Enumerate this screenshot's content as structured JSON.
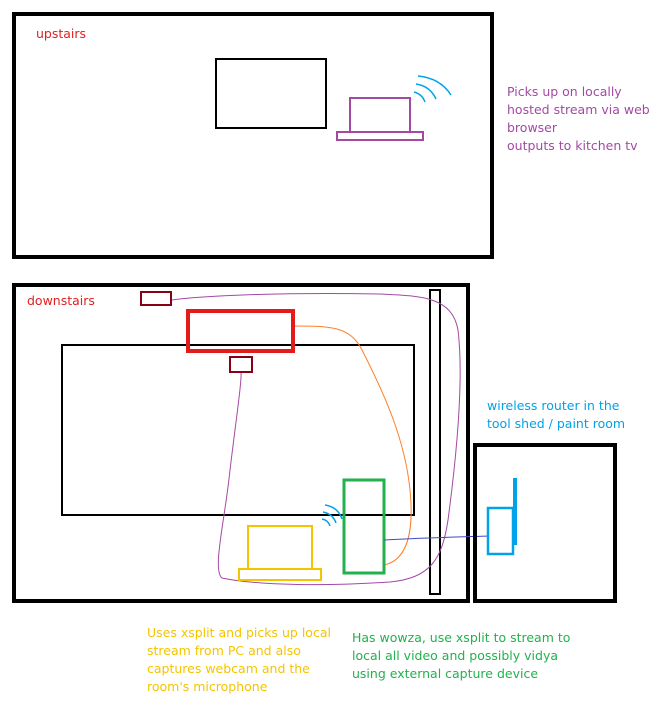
{
  "colors": {
    "room_outline": "#000000",
    "upstairs_label": "#e02020",
    "downstairs_label": "#e02020",
    "laptop_upstairs": "#a349a4",
    "purple_cable": "#a349a4",
    "orange_cable": "#ff7f27",
    "red_device": "#e41b1b",
    "dark_red_device": "#880015",
    "yellow_laptop": "#f5c400",
    "green_pc": "#22b14c",
    "blue_router": "#00a2e8",
    "blue_cable": "#3f48cc",
    "wifi": "#00a2e8"
  },
  "rooms": {
    "upstairs": {
      "label": "upstairs"
    },
    "downstairs": {
      "label": "downstairs"
    }
  },
  "annotations": {
    "upstairs_laptop": [
      "Picks up on locally",
      "hosted stream via web",
      "browser",
      "outputs to kitchen tv"
    ],
    "router": [
      "wireless router in the",
      "tool shed / paint room"
    ],
    "yellow_laptop": [
      "Uses xsplit and picks up local",
      "stream from PC and also",
      "captures webcam and the",
      "room's microphone"
    ],
    "green_pc": [
      "Has wowza, use xsplit to stream to",
      "local all video and possibly vidya",
      "using external capture device"
    ]
  }
}
